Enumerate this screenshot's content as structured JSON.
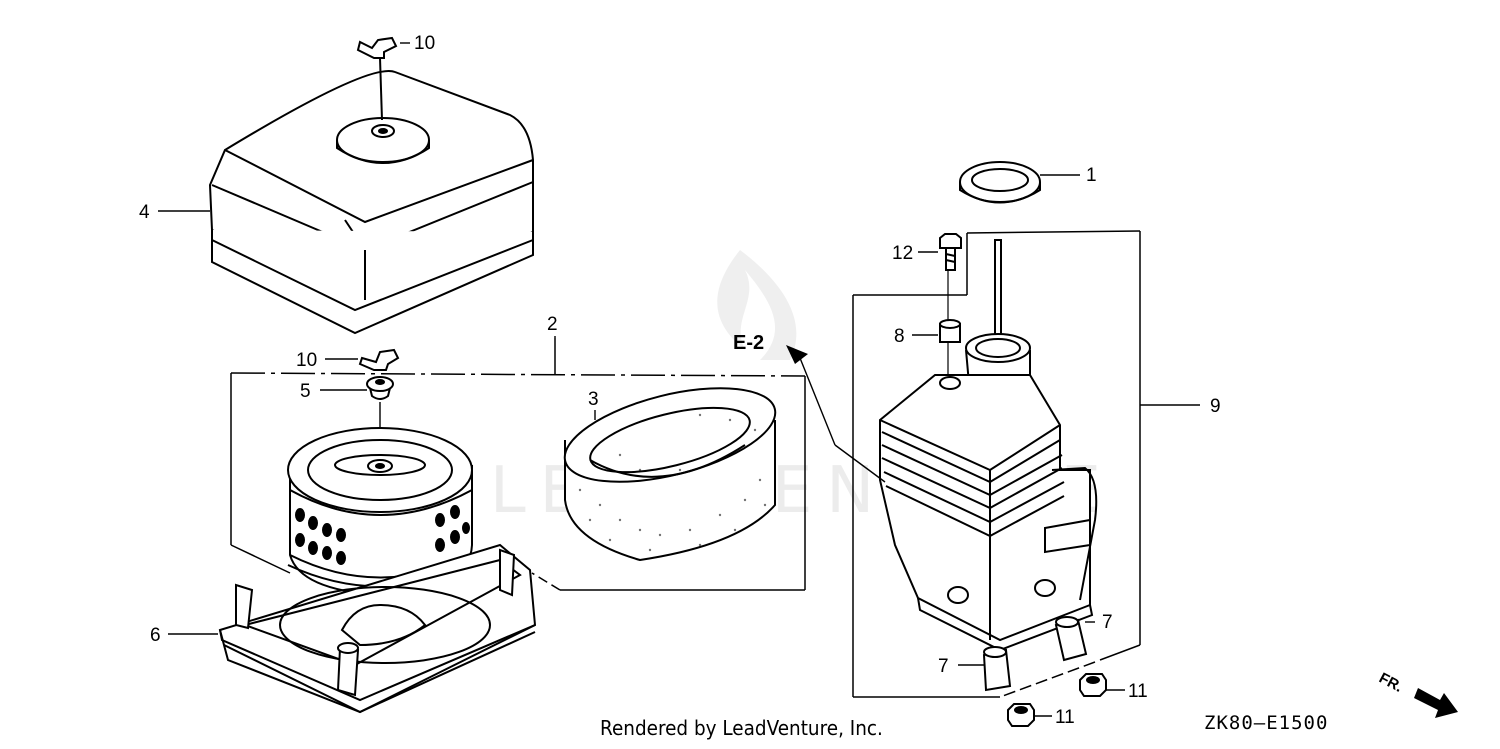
{
  "watermark": "LEADVENTURE",
  "credit": "Rendered by LeadVenture, Inc.",
  "diagram_code": "ZK80—E1500",
  "direction_label": "FR.",
  "reference": "E-2",
  "callouts": {
    "c1": "1",
    "c2": "2",
    "c3": "3",
    "c4": "4",
    "c5": "5",
    "c6": "6",
    "c7a": "7",
    "c7b": "7",
    "c8": "8",
    "c9": "9",
    "c10a": "10",
    "c10b": "10",
    "c11a": "11",
    "c11b": "11",
    "c12": "12"
  }
}
